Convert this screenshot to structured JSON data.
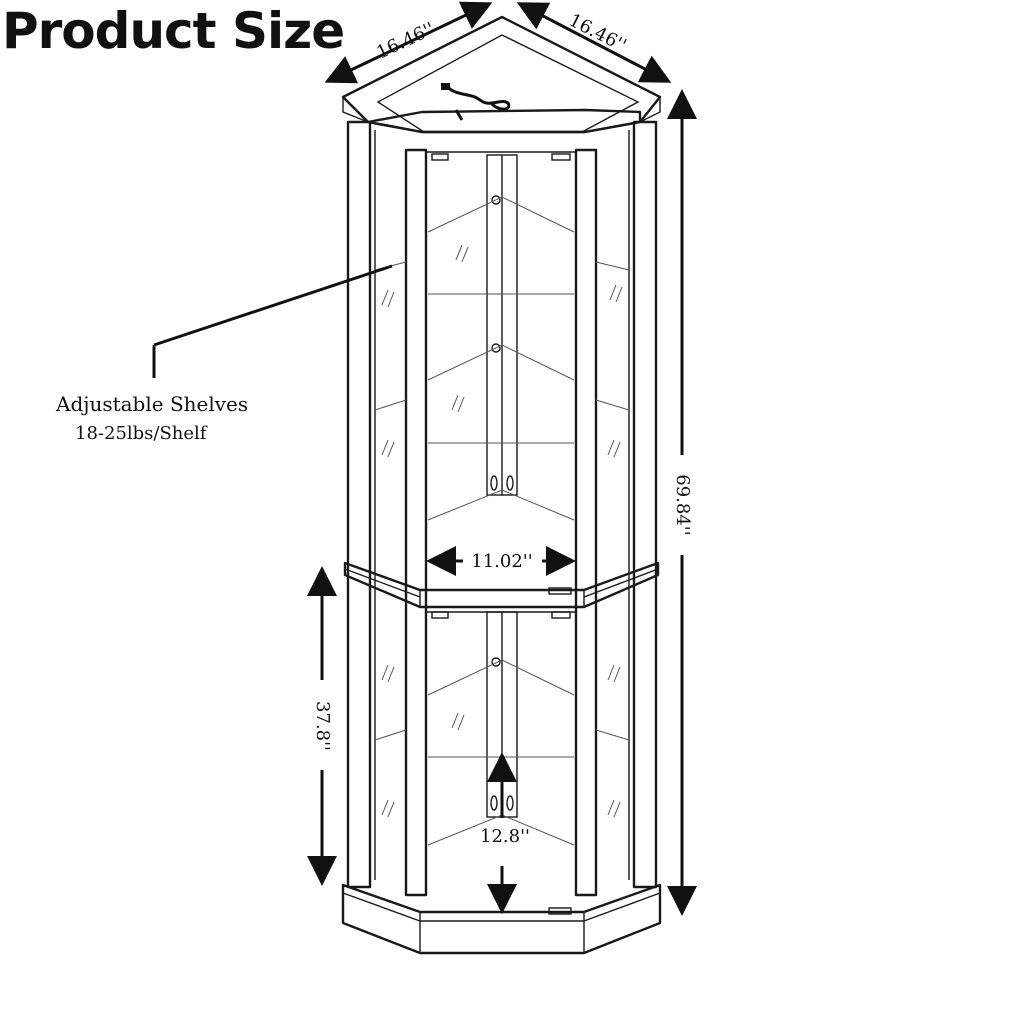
{
  "title": "Product Size",
  "dimensions": {
    "top_left_width": "16.46''",
    "top_right_width": "16.46''",
    "total_height": "69.84''",
    "lower_height": "37.8''",
    "shelf_width": "11.02''",
    "shelf_spacing": "12.8''"
  },
  "callout": {
    "line1": "Adjustable Shelves",
    "line2": "18-25lbs/Shelf"
  }
}
